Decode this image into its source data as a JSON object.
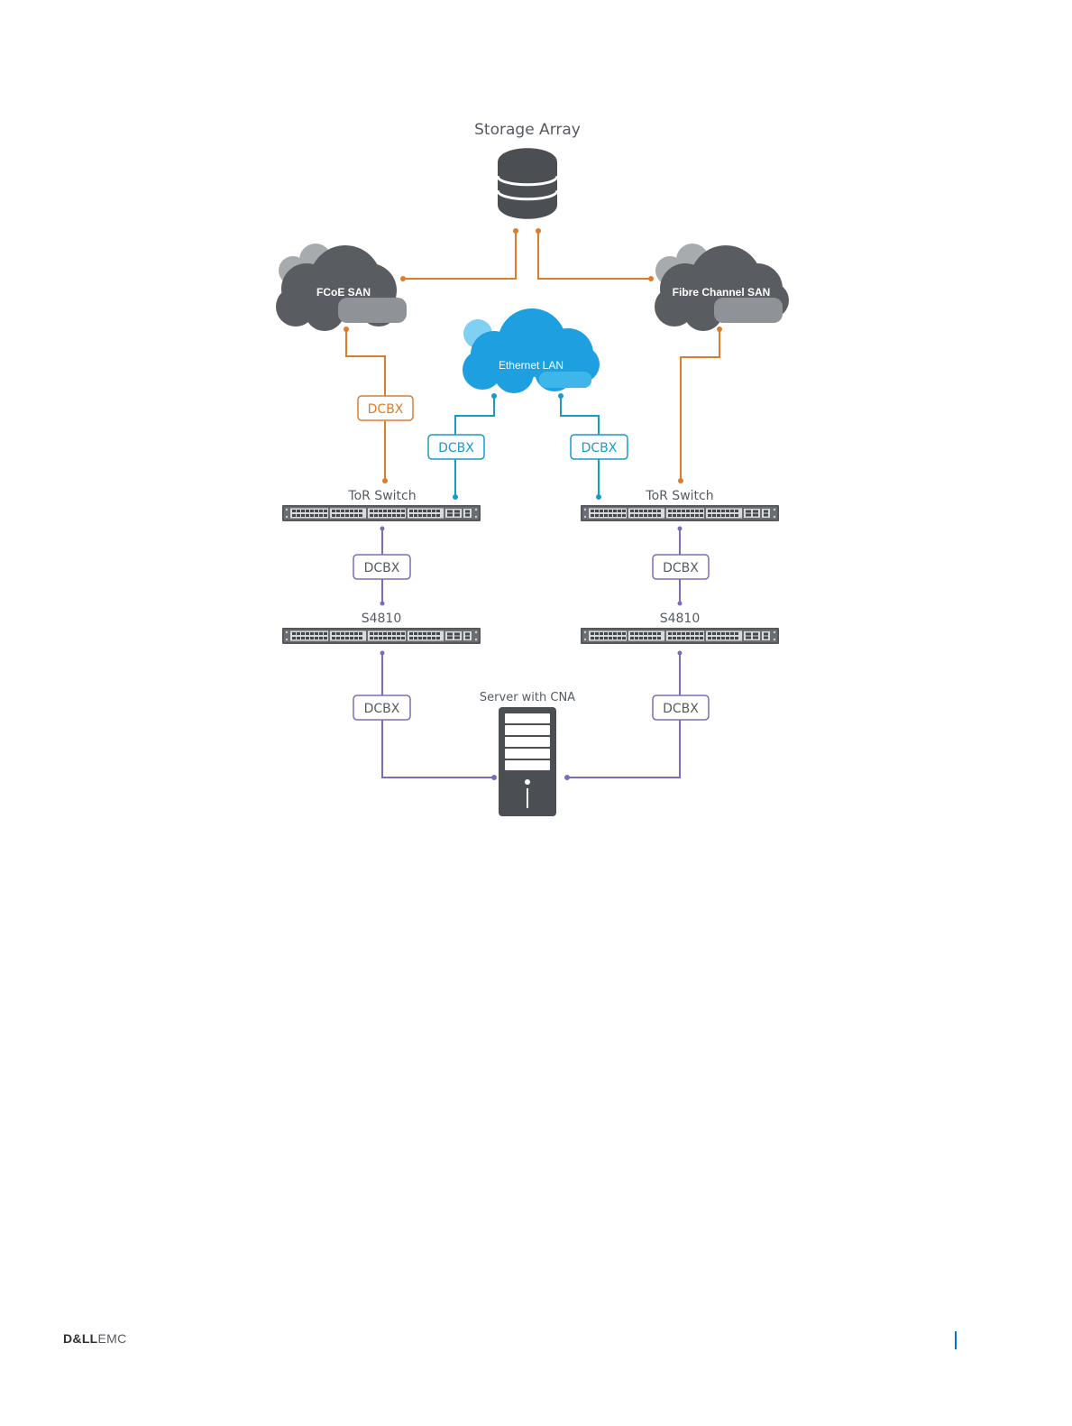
{
  "diagram": {
    "storage_label": "Storage Array",
    "fcoe_san_label": "FCoE SAN",
    "fibre_channel_san_label": "Fibre Channel SAN",
    "ethernet_lan_label": "Ethernet LAN",
    "dcbx_label": "DCBX",
    "tor_switch_label": "ToR Switch",
    "s4810_label": "S4810",
    "server_label": "Server with CNA"
  },
  "colors": {
    "fc_link": "#e07b2a",
    "lan_link": "#1a9ac9",
    "server_link": "#7b6db8",
    "device": "#4b4f54",
    "cloud_gray": "#595c61",
    "cloud_blue": "#1e9fe0"
  },
  "icons": {
    "storage": "database-cylinder-icon",
    "server": "tower-server-icon",
    "switch": "rack-switch-icon",
    "cloud": "cloud-icon"
  },
  "footer": {
    "logo_dell": "D&LL",
    "logo_emc": "EMC"
  }
}
